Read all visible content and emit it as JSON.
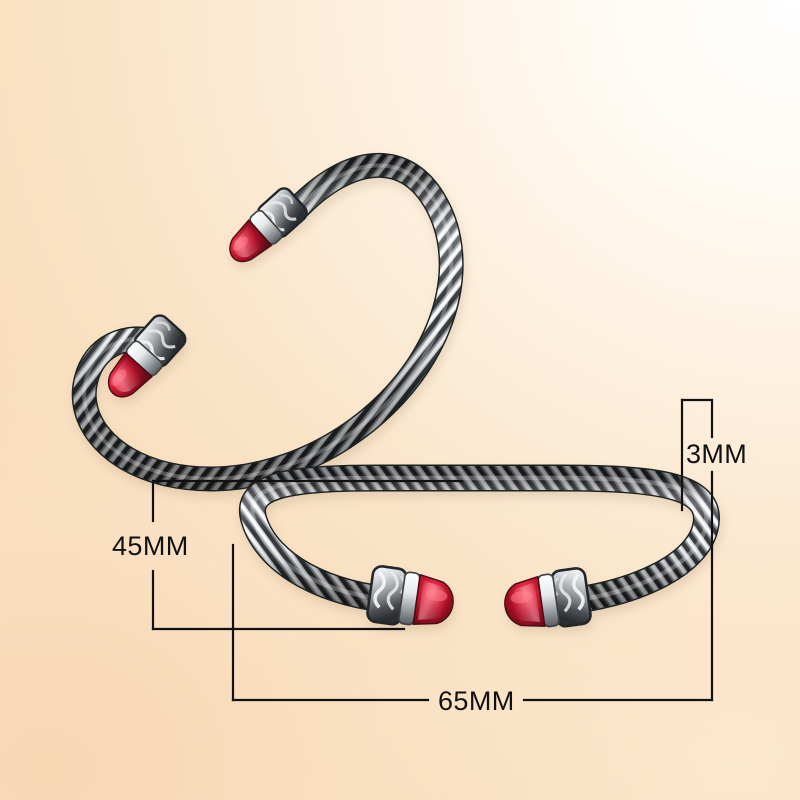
{
  "scene": {
    "subject": "silver twisted-cable cuff bracelet with red cabochon gemstone end caps",
    "count": 2,
    "background_colors": {
      "top_left": "#FDF0DE",
      "top_right": "#FFFFFF",
      "bottom_left": "#F8D9B4",
      "bottom_right": "#FCE9D0"
    }
  },
  "dimensions": {
    "height": {
      "label": "45MM",
      "value": 45,
      "unit": "MM",
      "axis": "vertical"
    },
    "width": {
      "label": "65MM",
      "value": 65,
      "unit": "MM",
      "axis": "horizontal"
    },
    "thickness": {
      "label": "3MM",
      "value": 3,
      "unit": "MM",
      "axis": "vertical"
    }
  },
  "materials": {
    "metal_name": "antiqued silver",
    "metal_light": "#F2F2F2",
    "metal_mid": "#A8ACB0",
    "metal_dark": "#2B2E31",
    "gem_name": "red cabochon",
    "gem_highlight": "#E8304A",
    "gem_mid": "#C0132C",
    "gem_dark": "#6B0E1C",
    "line_color": "#111111"
  }
}
